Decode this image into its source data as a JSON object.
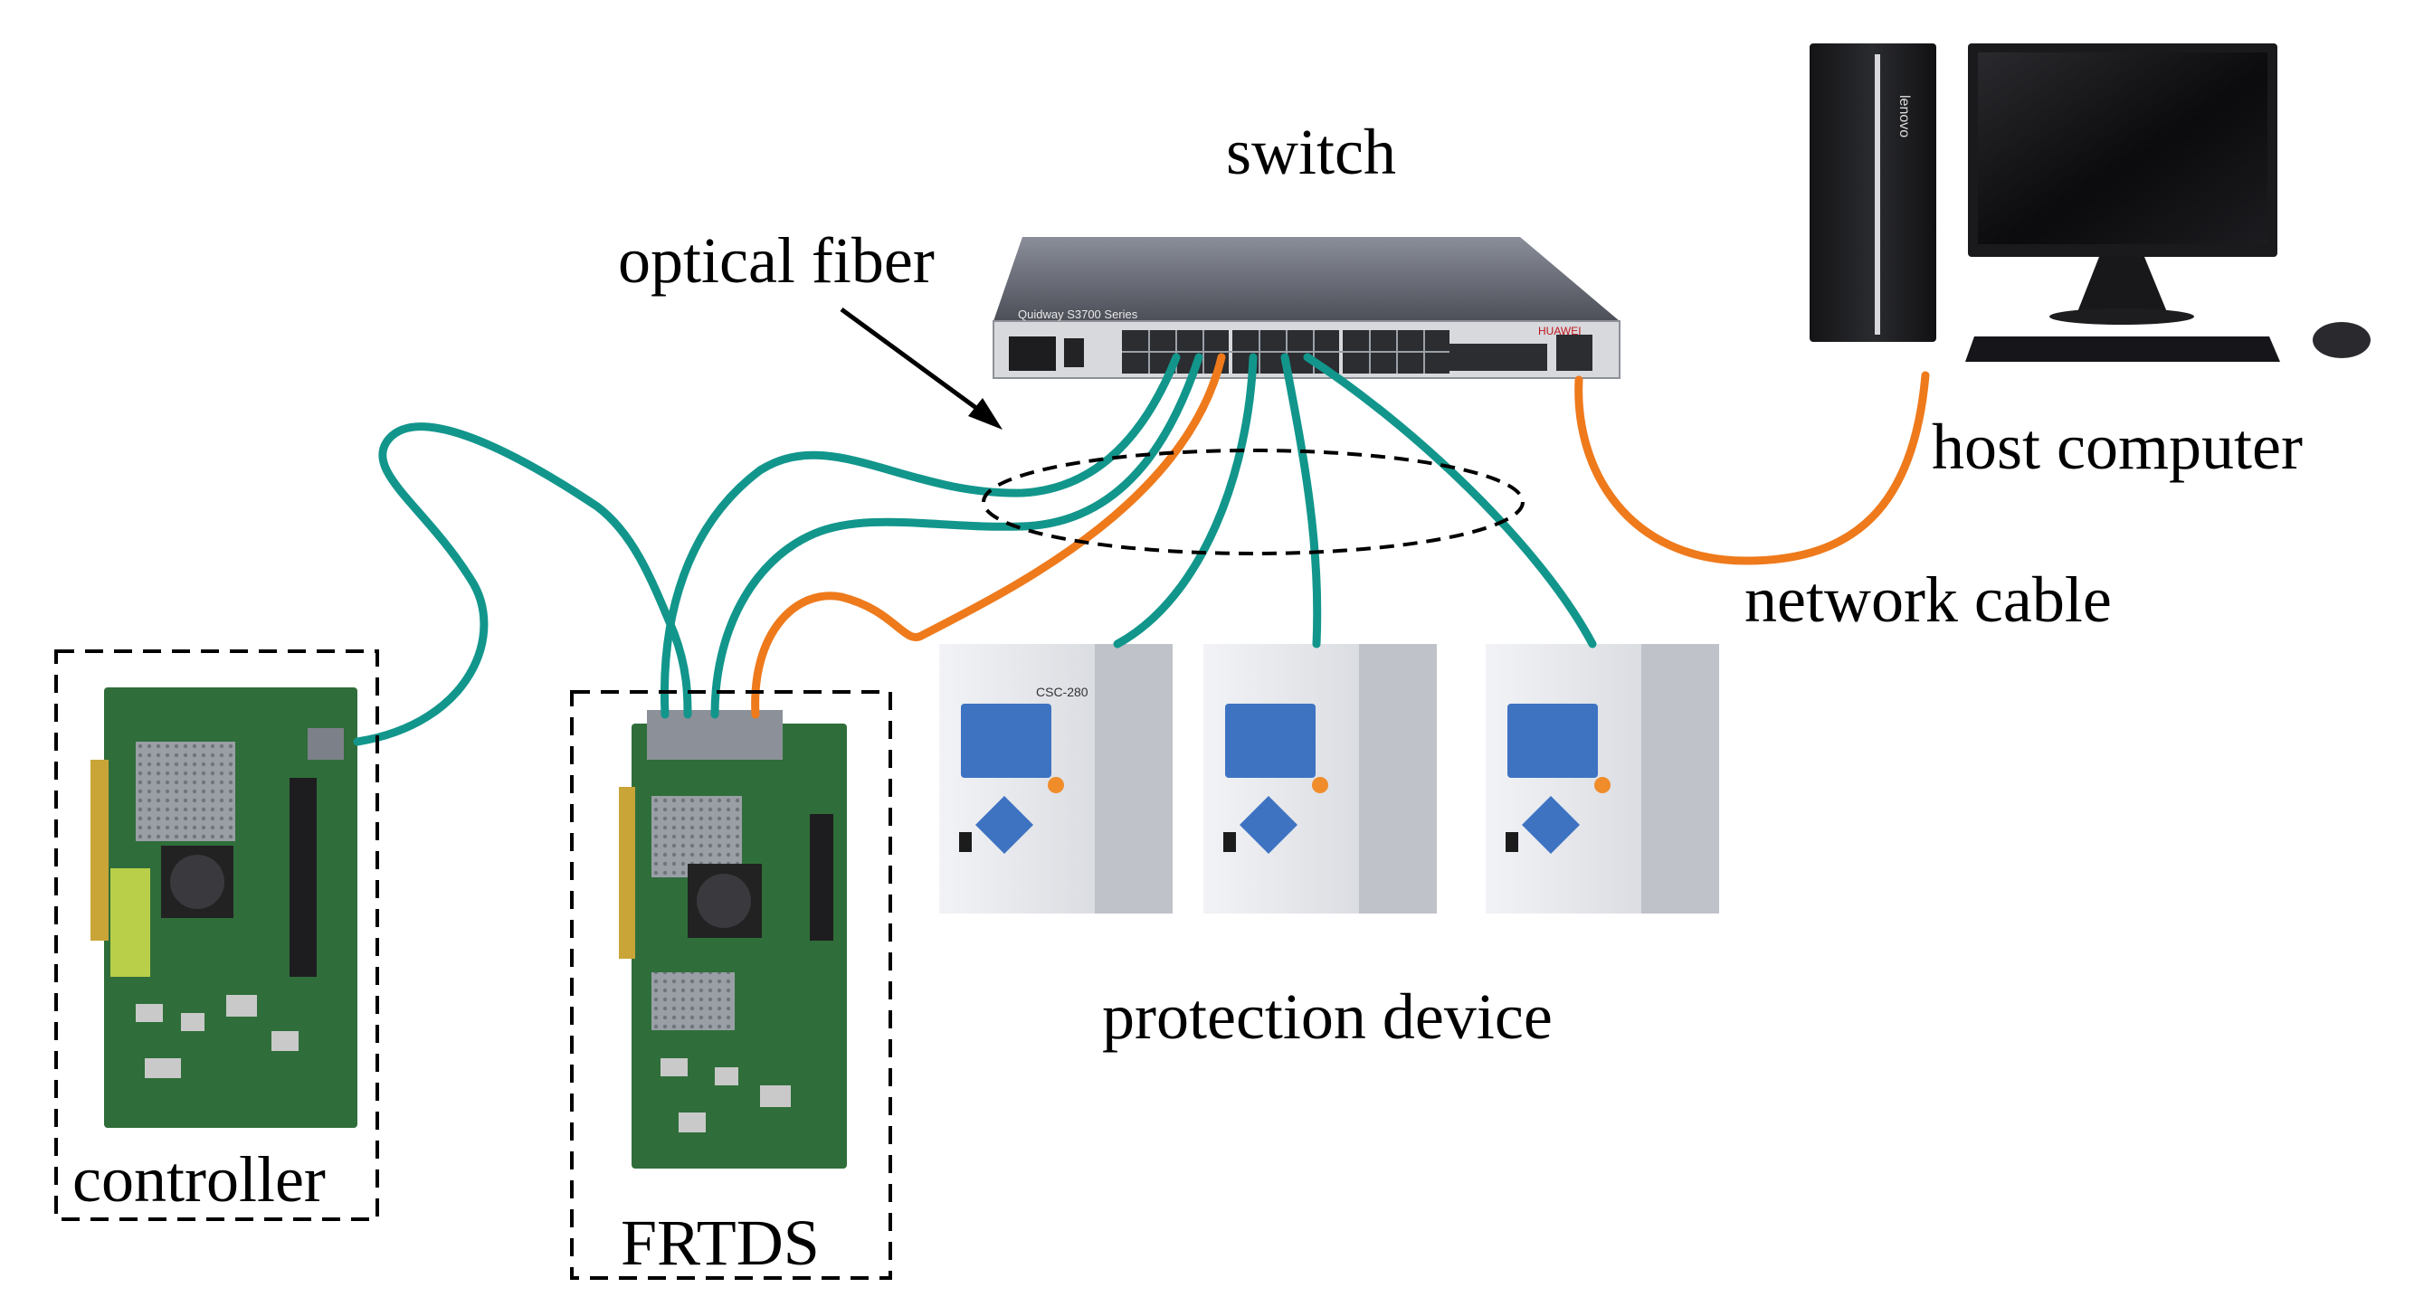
{
  "labels": {
    "switch": "switch",
    "optical_fiber": "optical fiber",
    "host_computer": "host computer",
    "network_cable": "network cable",
    "protection_device": "protection device",
    "controller": "controller",
    "frtds": "FRTDS"
  },
  "switch_panel": {
    "model_text": "Quidway S3700 Series",
    "brand_text": "HUAWEI"
  },
  "computer": {
    "brand_text": "lenovo"
  },
  "protection_device_panel": {
    "model_text": "CSC-280"
  },
  "colors": {
    "optical_fiber": "#12968c",
    "network_cable": "#ee7a1c",
    "pcb_green": "#2f6e3a",
    "dashed_box": "#000000",
    "switch_body": "#5a5d66",
    "device_body": "#e4e6ea",
    "device_screen": "#3e73c2"
  },
  "icons": [
    "switch-icon",
    "computer-icon",
    "protection-device-icon",
    "controller-board-icon",
    "frtds-board-icon"
  ]
}
